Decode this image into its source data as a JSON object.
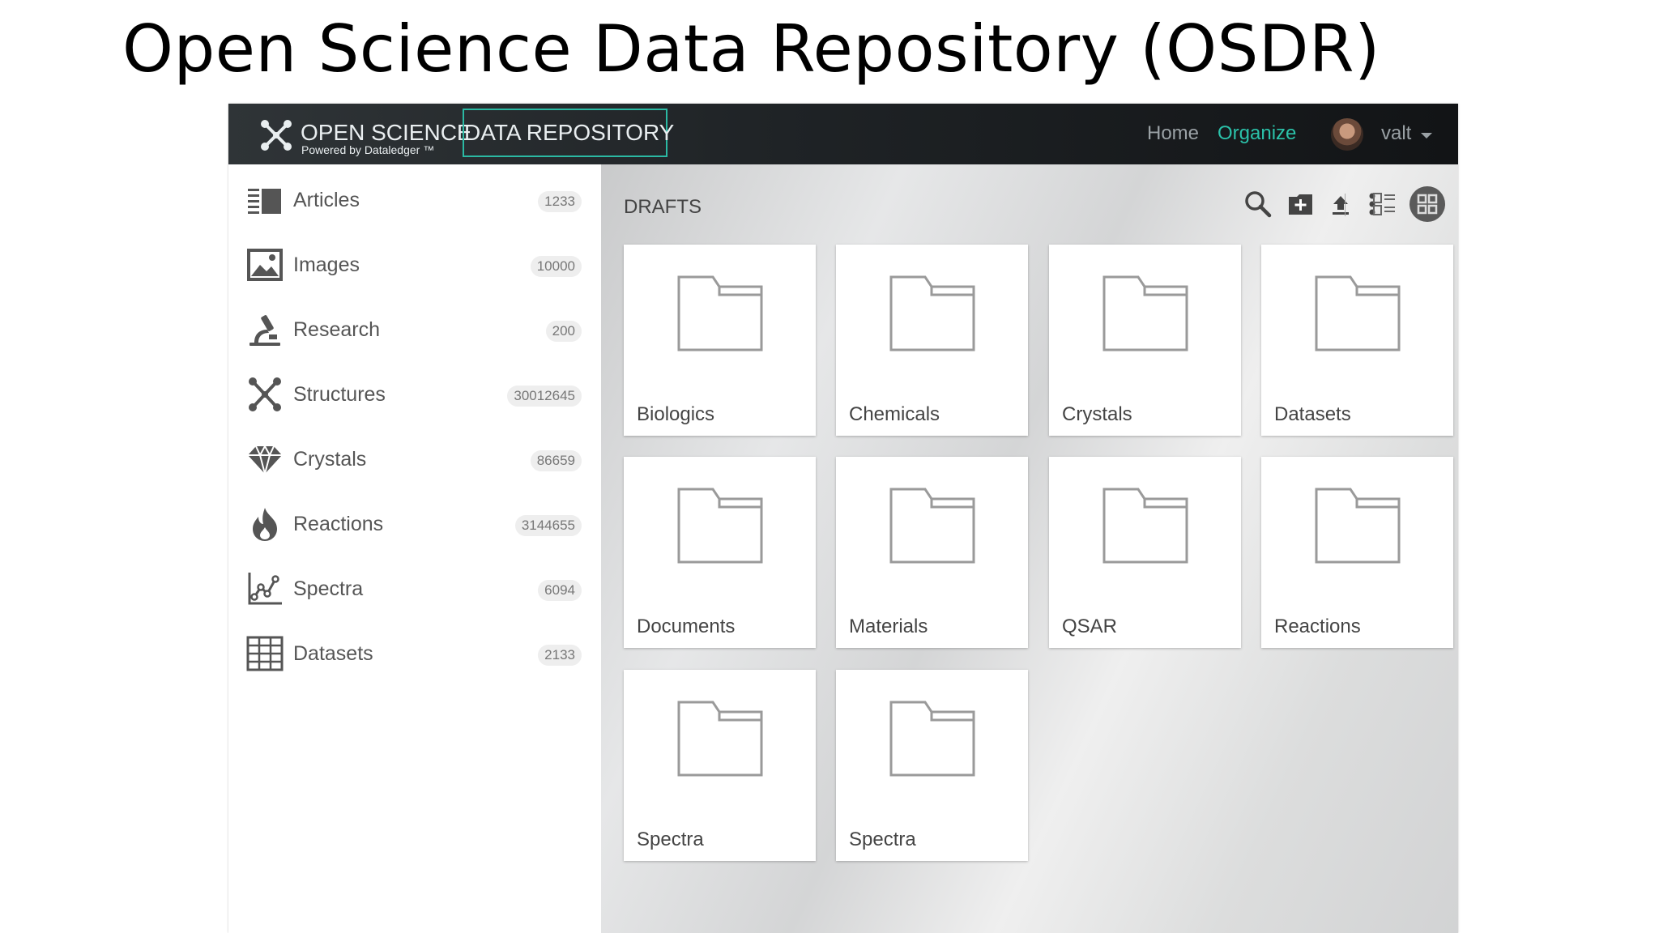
{
  "slide": {
    "title": "Open Science Data Repository (OSDR)"
  },
  "header": {
    "brand_open": "OPEN SCIENCE",
    "brand_powered": "Powered by Dataledger ™",
    "brand_box": "DATA REPOSITORY",
    "nav_home": "Home",
    "nav_organize": "Organize",
    "user_name": "valt",
    "accent_color": "#2bc2aa"
  },
  "sidebar": {
    "items": [
      {
        "label": "Articles",
        "count": "1233",
        "icon": "articles-icon"
      },
      {
        "label": "Images",
        "count": "10000",
        "icon": "image-icon"
      },
      {
        "label": "Research",
        "count": "200",
        "icon": "microscope-icon"
      },
      {
        "label": "Structures",
        "count": "30012645",
        "icon": "molecule-icon"
      },
      {
        "label": "Crystals",
        "count": "86659",
        "icon": "diamond-icon"
      },
      {
        "label": "Reactions",
        "count": "3144655",
        "icon": "flame-icon"
      },
      {
        "label": "Spectra",
        "count": "6094",
        "icon": "spectrum-chart-icon"
      },
      {
        "label": "Datasets",
        "count": "2133",
        "icon": "table-icon"
      }
    ]
  },
  "main": {
    "section_title": "DRAFTS",
    "toolbar_icons": [
      "search-icon",
      "new-folder-icon",
      "upload-icon",
      "more-vertical-icon",
      "list-view-icon",
      "tile-view-icon"
    ],
    "folders": [
      {
        "label": "Biologics"
      },
      {
        "label": "Chemicals"
      },
      {
        "label": "Crystals"
      },
      {
        "label": "Datasets"
      },
      {
        "label": "Documents"
      },
      {
        "label": "Materials"
      },
      {
        "label": "QSAR"
      },
      {
        "label": "Reactions"
      },
      {
        "label": "Spectra"
      },
      {
        "label": "Spectra"
      }
    ]
  }
}
